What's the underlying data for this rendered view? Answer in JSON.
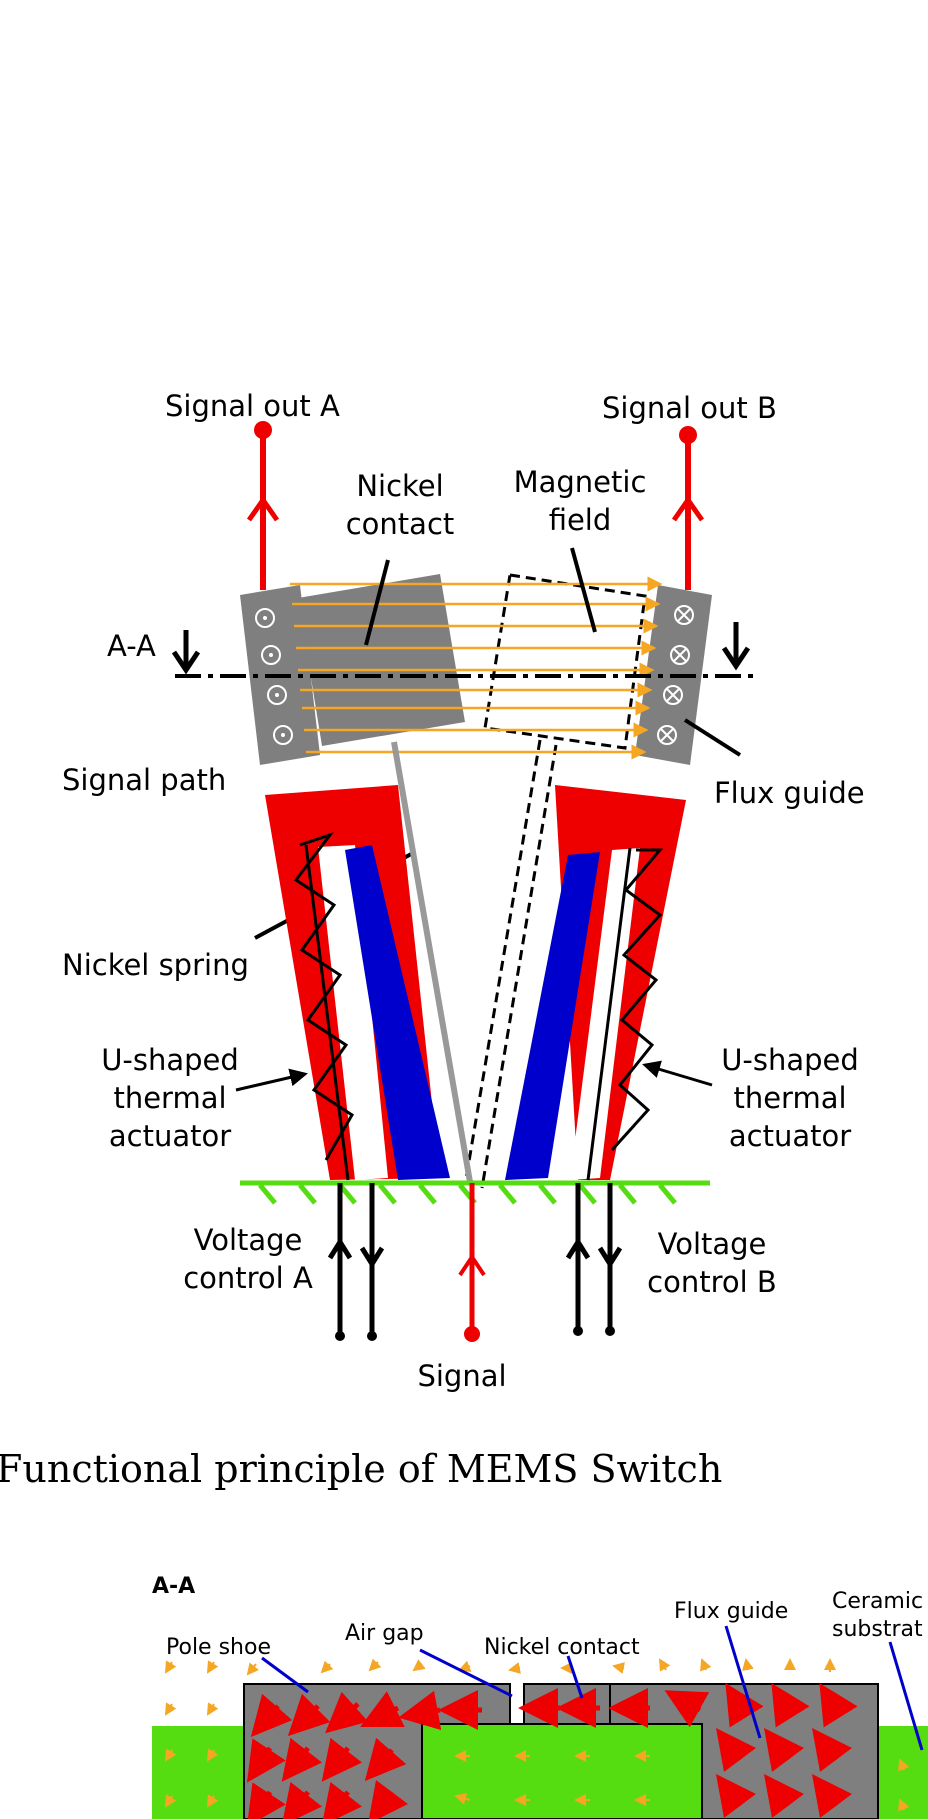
{
  "top_diagram": {
    "signal_out_a": "Signal out A",
    "signal_out_b": "Signal out B",
    "nickel_contact": [
      "Nickel",
      "contact"
    ],
    "magnetic_field": [
      "Magnetic",
      "field"
    ],
    "section_marker": "A-A",
    "signal_path": "Signal path",
    "flux_guide": "Flux guide",
    "nickel_spring": "Nickel spring",
    "actuator_left": [
      "U-shaped",
      "thermal",
      "actuator"
    ],
    "actuator_right": [
      "U-shaped",
      "thermal",
      "actuator"
    ],
    "voltage_a": [
      "Voltage",
      "control A"
    ],
    "voltage_b": [
      "Voltage",
      "control B"
    ],
    "signal_in": "Signal"
  },
  "caption": "Functional principle of MEMS Switch",
  "section_diagram": {
    "title": "A-A",
    "pole_shoe": "Pole shoe",
    "air_gap": "Air gap",
    "nickel_contact": "Nickel contact",
    "flux_guide": "Flux guide",
    "ceramic": [
      "Ceramic",
      "substrat"
    ]
  },
  "colors": {
    "red": "#ee0000",
    "blue": "#0000cc",
    "gray": "#7f7f7f",
    "orange": "#f5a623",
    "green": "#55dd11",
    "black": "#000000"
  }
}
